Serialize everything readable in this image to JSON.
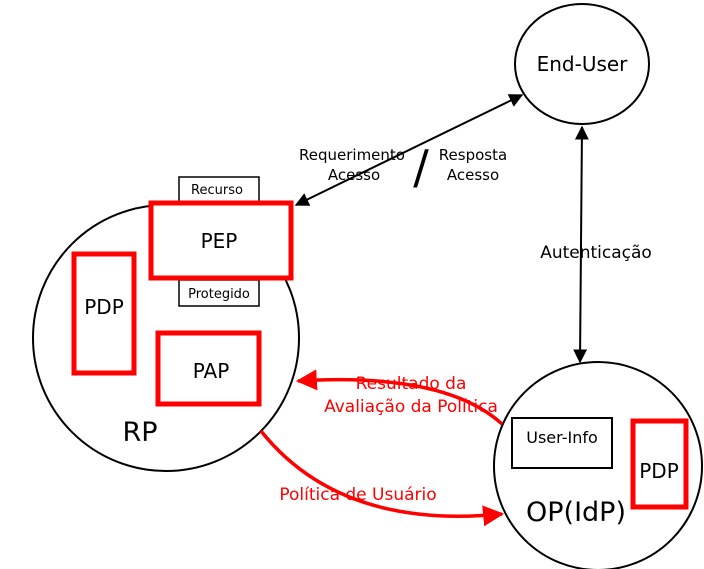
{
  "nodes": {
    "end_user": "End-User",
    "rp": "RP",
    "op": "OP(IdP)",
    "pep": "PEP",
    "pdp_rp": "PDP",
    "pap": "PAP",
    "pdp_op": "PDP",
    "recurso": "Recurso",
    "protegido": "Protegido",
    "user_info": "User-Info"
  },
  "labels": {
    "req_line1": "Requerimento",
    "req_line2": "Acesso",
    "resp_line1": "Resposta",
    "resp_line2": "Acesso",
    "autenticacao": "Autenticação",
    "resultado_line1": "Resultado da",
    "resultado_line2": "Avaliação da Política",
    "politica_usuario": "Política de Usuário",
    "separator": "/"
  },
  "colors": {
    "stroke": "#000000",
    "accent": "#ff0000",
    "background": "#ffffff"
  }
}
